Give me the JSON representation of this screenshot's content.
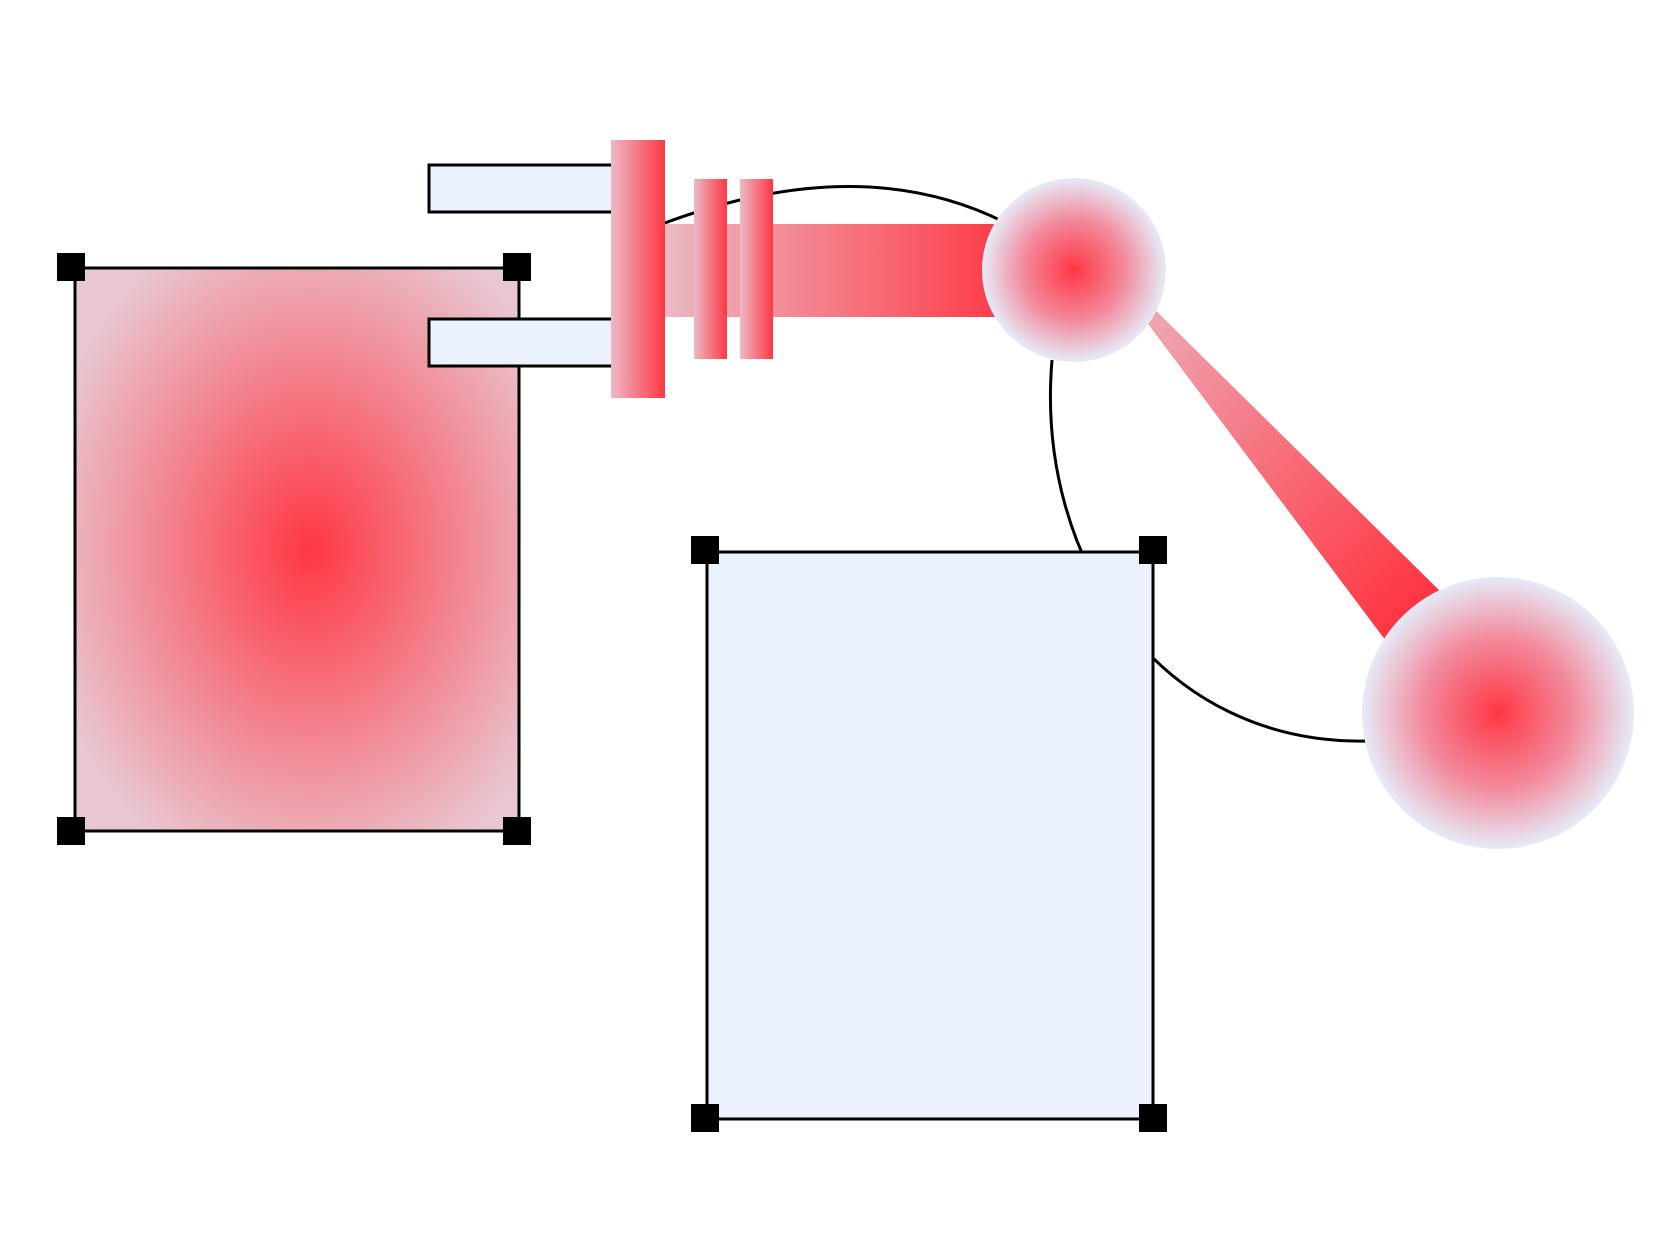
{
  "diagram": {
    "colors": {
      "accent": "#ff3744",
      "accent_soft": "#e8c7d1",
      "pale_fill": "#ecf2fd",
      "joint_rim": "#e6ebf8",
      "stroke": "#000000",
      "background": "#ffffff"
    },
    "elements": [
      {
        "name": "source-box",
        "kind": "selected-rectangle",
        "fill": "radial-gradient"
      },
      {
        "name": "target-box",
        "kind": "selected-rectangle",
        "fill": "pale"
      },
      {
        "name": "connector-curve",
        "kind": "curve"
      },
      {
        "name": "gripper",
        "kind": "end-effector"
      },
      {
        "name": "robot-arm",
        "kind": "two-link-arm-with-joints"
      }
    ]
  }
}
